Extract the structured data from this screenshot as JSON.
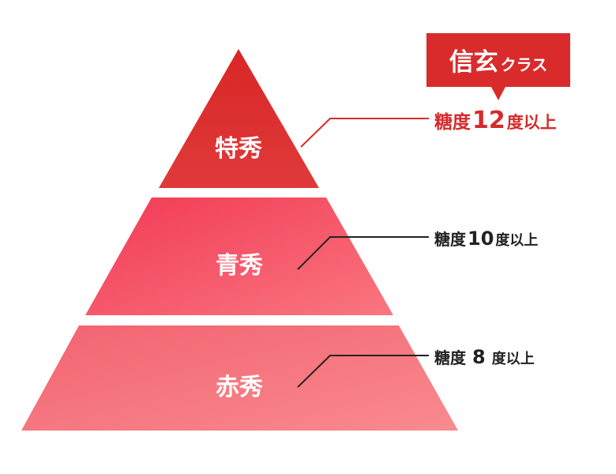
{
  "badge": {
    "main": "信玄",
    "sub": "クラス"
  },
  "tiers": [
    {
      "name": "特秀",
      "prefix": "糖度",
      "value": "12",
      "suffix": "度以上"
    },
    {
      "name": "青秀",
      "prefix": "糖度",
      "value": "10",
      "suffix": "度以上"
    },
    {
      "name": "赤秀",
      "prefix": "糖度",
      "value": "8",
      "suffix": "度以上"
    }
  ],
  "colors": {
    "top": "#d92d2d",
    "middle": "#f25567",
    "bottom": "#f57a80",
    "highlight_text": "#d62b2b",
    "text_dark": "#222222"
  }
}
